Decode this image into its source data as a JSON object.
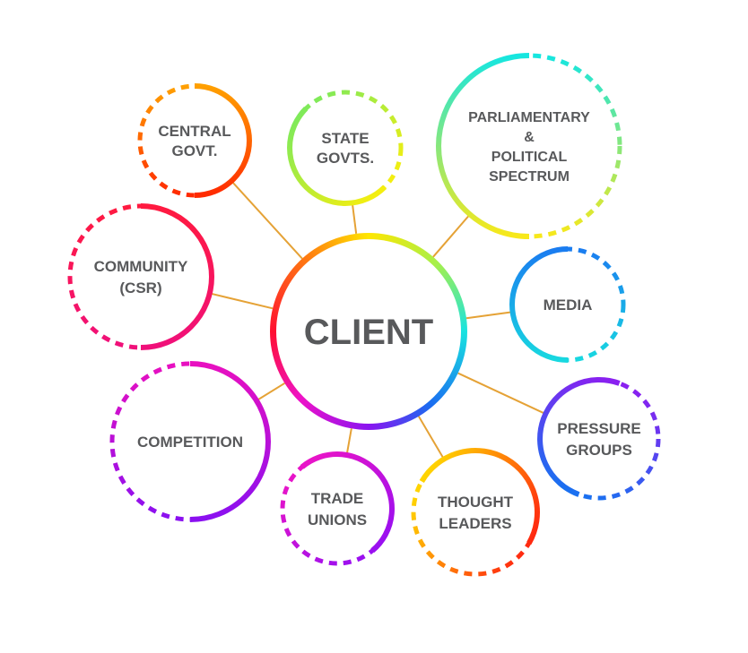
{
  "center": {
    "label": "CLIENT"
  },
  "connector_color": "#E5A236",
  "nodes": [
    {
      "id": "central-govt",
      "lines": [
        "CENTRAL",
        "GOVT."
      ],
      "colors": [
        "#FFA000",
        "#FF2A00"
      ]
    },
    {
      "id": "state-govts",
      "lines": [
        "STATE",
        "GOVTS."
      ],
      "colors": [
        "#F4EE10",
        "#7FEA5A"
      ]
    },
    {
      "id": "parliamentary",
      "lines": [
        "PARLIAMENTARY",
        "&",
        "POLITICAL",
        "SPECTRUM"
      ],
      "colors": [
        "#F8E81A",
        "#16E6E0"
      ]
    },
    {
      "id": "community",
      "lines": [
        "COMMUNITY",
        "(CSR)"
      ],
      "colors": [
        "#FF1A40",
        "#F0107A"
      ]
    },
    {
      "id": "media",
      "lines": [
        "MEDIA"
      ],
      "colors": [
        "#18D8E0",
        "#1A7CF0"
      ]
    },
    {
      "id": "competition",
      "lines": [
        "COMPETITION"
      ],
      "colors": [
        "#E810C0",
        "#8A10F0"
      ]
    },
    {
      "id": "trade-unions",
      "lines": [
        "TRADE",
        "UNIONS"
      ],
      "colors": [
        "#E814C8",
        "#9A10F0"
      ]
    },
    {
      "id": "thought-leaders",
      "lines": [
        "THOUGHT",
        "LEADERS"
      ],
      "colors": [
        "#FFD400",
        "#FF2A10"
      ]
    },
    {
      "id": "pressure-groups",
      "lines": [
        "PRESSURE",
        "GROUPS"
      ],
      "colors": [
        "#1A70F0",
        "#8A20F0"
      ]
    }
  ]
}
